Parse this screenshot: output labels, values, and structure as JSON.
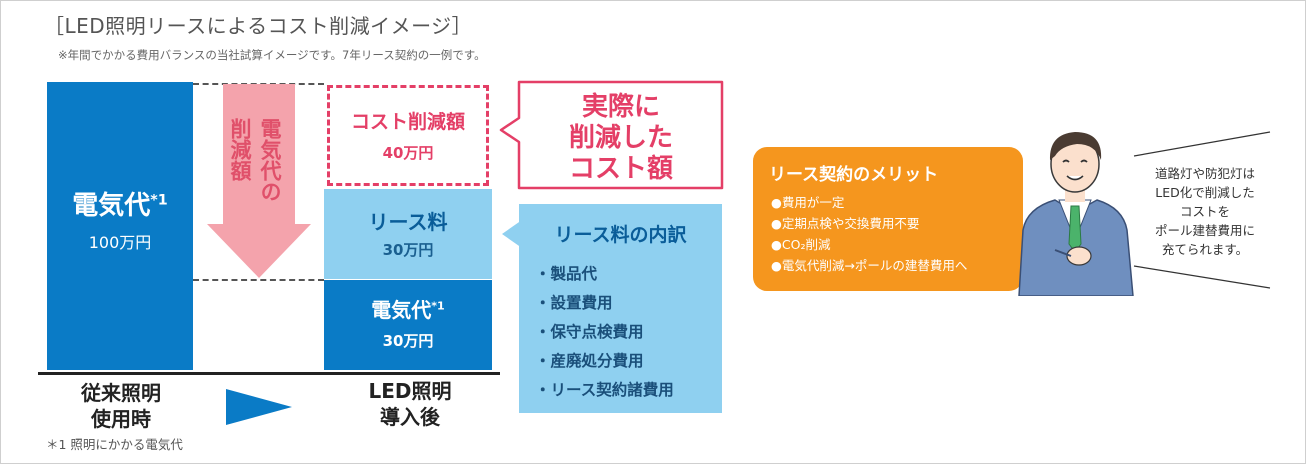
{
  "title": "［LED照明リースによるコスト削減イメージ］",
  "subtitle": "※年間でかかる費用バランスの当社試算イメージです。7年リース契約の一例です。",
  "old_bar": {
    "label": "電気代",
    "sup": "*1",
    "amount": "100万円"
  },
  "reduction_arrow": {
    "col1": "電気代の",
    "col2": "削減額"
  },
  "cost_box": {
    "label": "コスト削減額",
    "amount": "40万円"
  },
  "lease_box": {
    "label": "リース料",
    "amount": "30万円"
  },
  "elec_box": {
    "label": "電気代",
    "sup": "*1",
    "amount": "30万円"
  },
  "bottom_labels": {
    "old_line1": "従来照明",
    "old_line2": "使用時",
    "new_line1": "LED照明",
    "new_line2": "導入後"
  },
  "footnote": "＊1 照明にかかる電気代",
  "callout": {
    "line1": "実際に",
    "line2": "削減した",
    "line3": "コスト額"
  },
  "lease_detail": {
    "heading": "リース料の内訳",
    "items": [
      "・製品代",
      "・設置費用",
      "・保守点検費用",
      "・産廃処分費用",
      "・リース契約諸費用"
    ]
  },
  "merit": {
    "heading": "リース契約のメリット",
    "items": [
      "●費用が一定",
      "●定期点検や交換費用不要",
      "●CO₂削減",
      "●電気代削減→ポールの建替費用へ"
    ]
  },
  "speech": {
    "lines": [
      "道路灯や防犯灯は",
      "LED化で削減した",
      "コストを",
      "ポール建替費用に",
      "充てられます。"
    ]
  },
  "colors": {
    "blue": "#0a7bc6",
    "light_blue": "#8fd0f0",
    "pink": "#e43f67",
    "pink_light": "#f4a3ac",
    "orange": "#f5961e"
  }
}
